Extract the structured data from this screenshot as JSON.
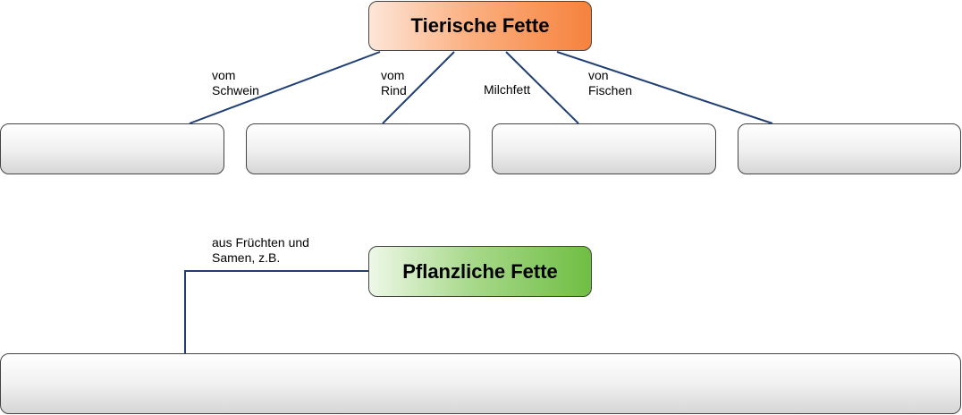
{
  "nodes": {
    "animal_fats": "Tierische Fette",
    "plant_fats": "Pflanzliche Fette"
  },
  "edge_labels": {
    "pork": "vom\nSchwein",
    "beef": "vom\nRind",
    "milk": "Milchfett",
    "fish": "von\nFischen",
    "plants": "aus Früchten und\nSamen, z.B."
  },
  "blank_boxes": [
    "",
    "",
    "",
    "",
    ""
  ],
  "colors": {
    "animal_node": "#f6823d",
    "plant_node": "#6fbe44",
    "connector": "#1f3f73",
    "box_border": "#444444"
  }
}
